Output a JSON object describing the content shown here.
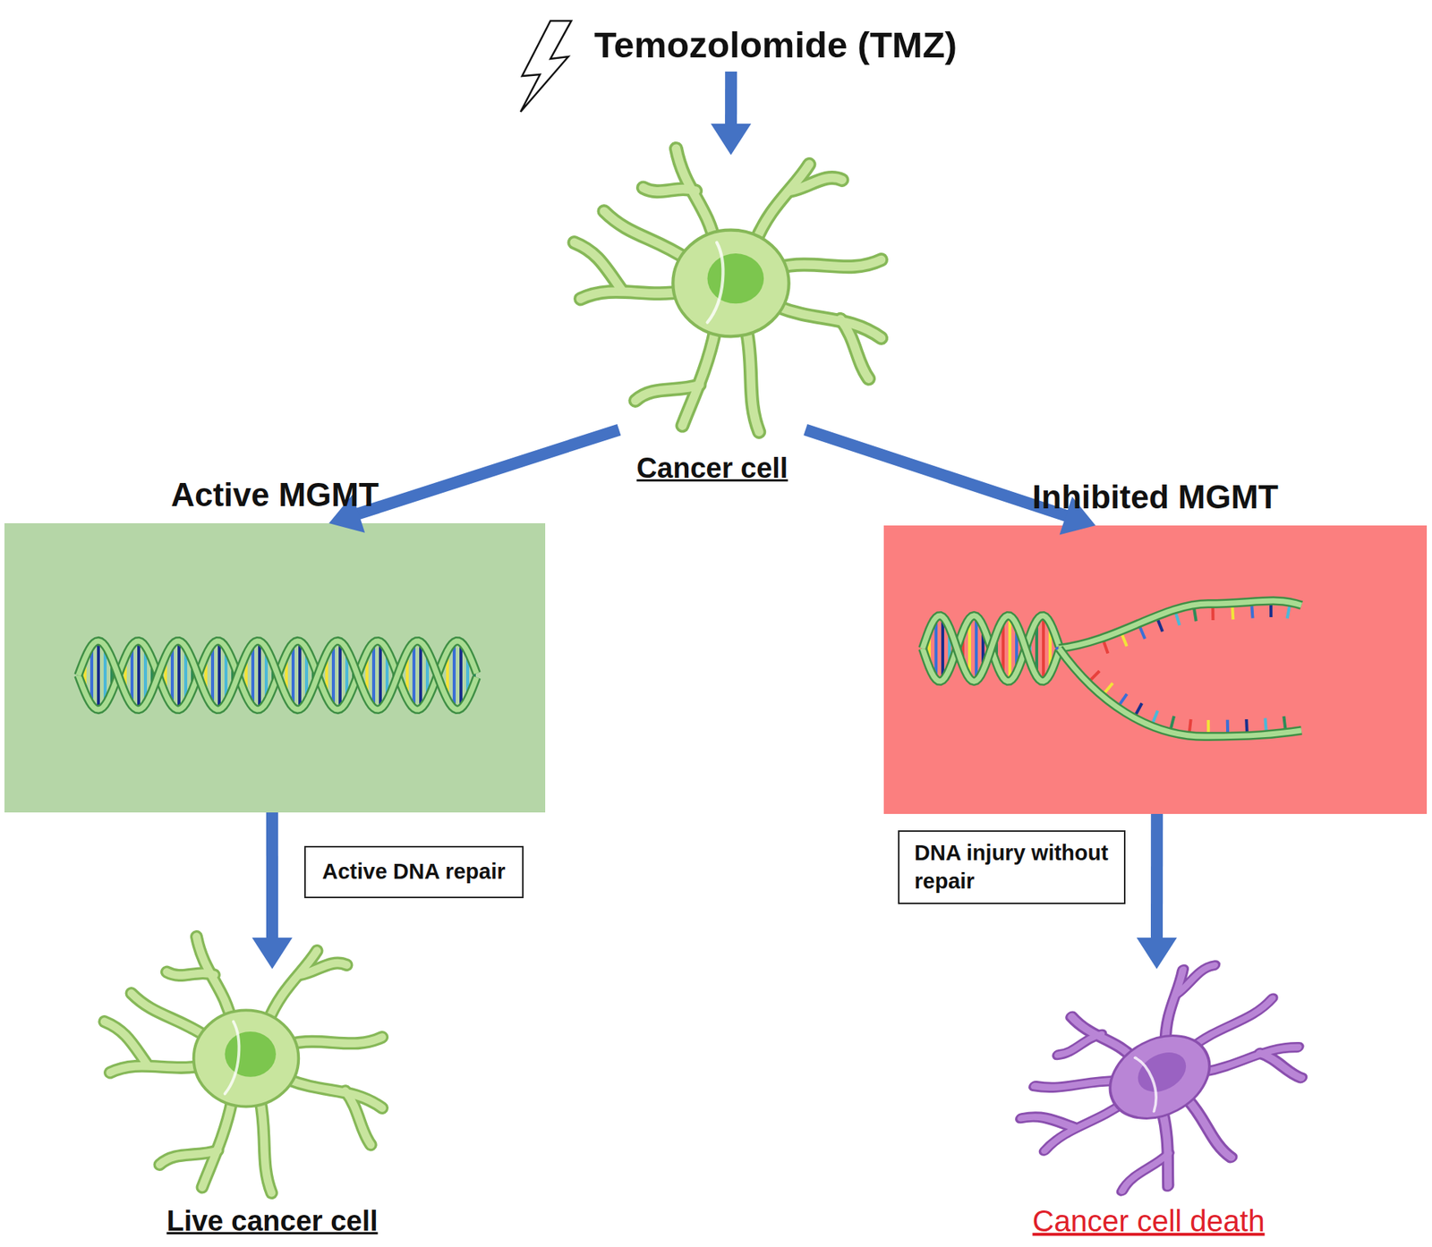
{
  "diagram": {
    "nodes": [
      {
        "text": [
          "Temozolomide (TMZ)"
        ]
      },
      {
        "text": [
          "Cancer cell"
        ]
      },
      {
        "text": [
          "Active MGMT"
        ]
      },
      {
        "text": [
          "Inhibited MGMT"
        ]
      },
      {
        "text": [
          "Live cancer cell"
        ]
      },
      {
        "text": [
          "Cancer cell death"
        ]
      }
    ],
    "edges": [
      {
        "from": 0,
        "to": 1,
        "arrow": "to"
      },
      {
        "from": 1,
        "to": 2,
        "arrow": "to"
      },
      {
        "from": 1,
        "to": 3,
        "arrow": "to"
      },
      {
        "from": 2,
        "to": 4,
        "label": "Active DNA repair",
        "arrow": "to"
      },
      {
        "from": 3,
        "to": 5,
        "label": "DNA injury without repair",
        "arrow": "to"
      }
    ]
  }
}
